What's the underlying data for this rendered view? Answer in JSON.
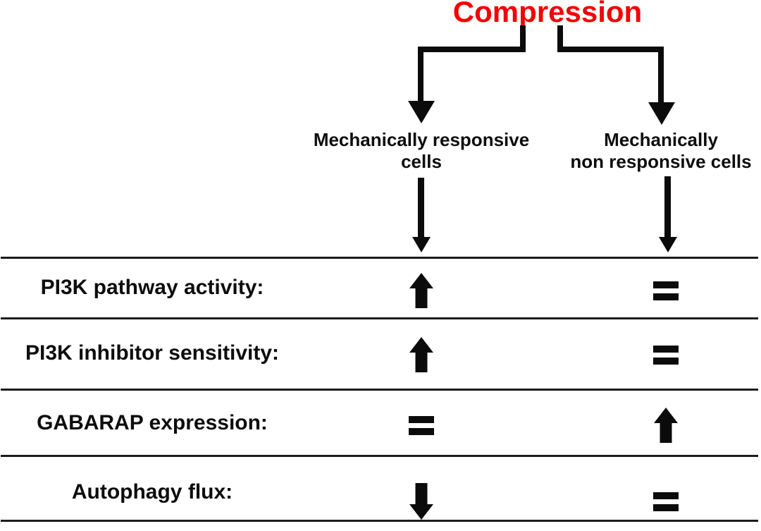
{
  "title": {
    "text": "Compression"
  },
  "branches": {
    "responsive": {
      "line1": "Mechanically responsive",
      "line2": "cells"
    },
    "non_responsive": {
      "line1": "Mechanically",
      "line2": "non responsive cells"
    }
  },
  "table": {
    "rows": [
      {
        "label": "PI3K pathway activity:",
        "responsive": "increase",
        "non_responsive": "unchanged"
      },
      {
        "label": "PI3K inhibitor sensitivity:",
        "responsive": "increase",
        "non_responsive": "unchanged"
      },
      {
        "label": "GABARAP expression:",
        "responsive": "unchanged",
        "non_responsive": "increase"
      },
      {
        "label": "Autophagy flux:",
        "responsive": "decrease",
        "non_responsive": "unchanged"
      }
    ]
  },
  "colors": {
    "title_red": "#f40000",
    "ink": "#0b0b0b",
    "divider_line": "#1c1c1c",
    "background": "#ffffff"
  }
}
